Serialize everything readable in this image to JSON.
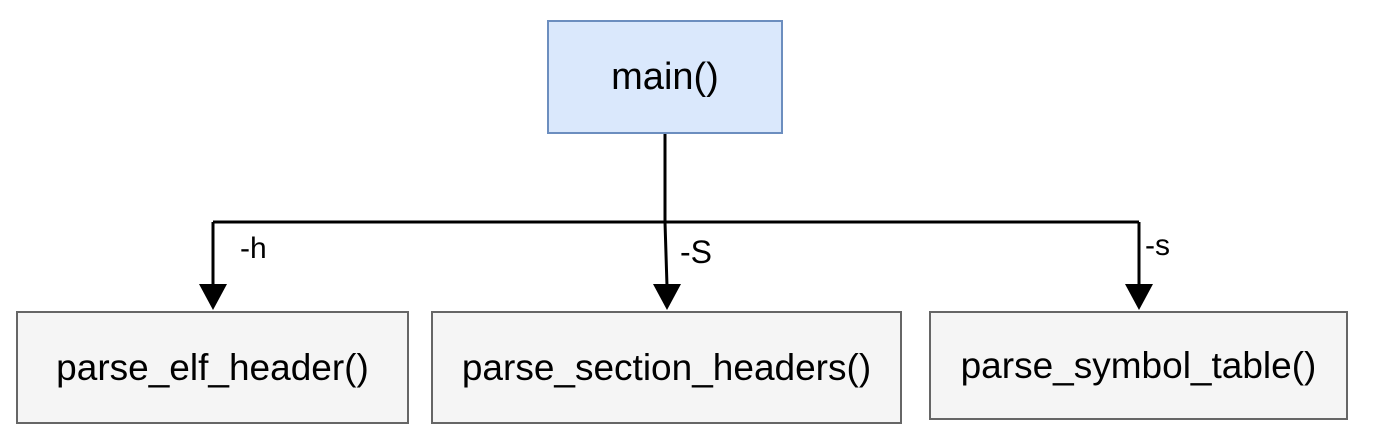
{
  "diagram": {
    "root": {
      "label": "main()"
    },
    "children": [
      {
        "label": "parse_elf_header()",
        "edge_label": "-h"
      },
      {
        "label": "parse_section_headers()",
        "edge_label": "-S"
      },
      {
        "label": "parse_symbol_table()",
        "edge_label": "-s"
      }
    ],
    "colors": {
      "root_fill": "#dae8fc",
      "root_stroke": "#6c8ebf",
      "child_fill": "#f5f5f5",
      "child_stroke": "#666666",
      "edge": "#000000"
    }
  }
}
